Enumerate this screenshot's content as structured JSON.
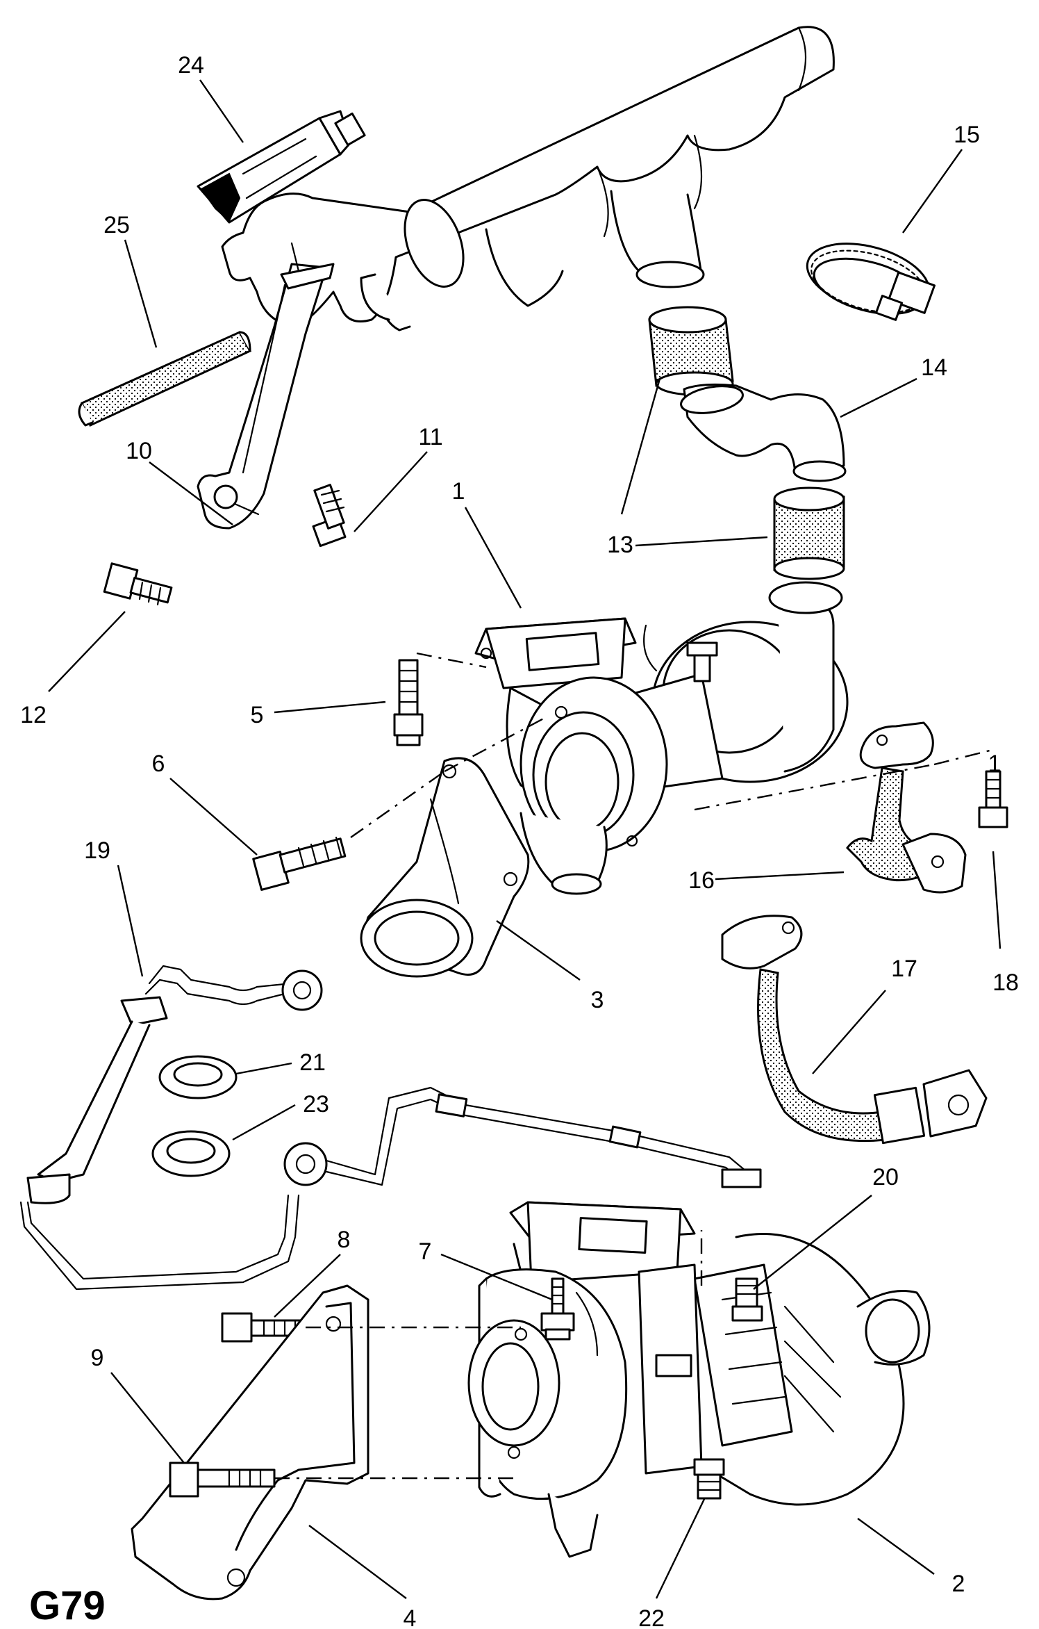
{
  "figure_code": "G79",
  "callouts": [
    {
      "id": "c24",
      "text": "24"
    },
    {
      "id": "c25",
      "text": "25"
    },
    {
      "id": "c15",
      "text": "15"
    },
    {
      "id": "c14",
      "text": "14"
    },
    {
      "id": "c11",
      "text": "11"
    },
    {
      "id": "c10",
      "text": "10"
    },
    {
      "id": "c1a",
      "text": "1"
    },
    {
      "id": "c13",
      "text": "13"
    },
    {
      "id": "c12",
      "text": "12"
    },
    {
      "id": "c5",
      "text": "5"
    },
    {
      "id": "c6",
      "text": "6"
    },
    {
      "id": "c1b",
      "text": "1"
    },
    {
      "id": "c19",
      "text": "19"
    },
    {
      "id": "c16",
      "text": "16"
    },
    {
      "id": "c3",
      "text": "3"
    },
    {
      "id": "c17",
      "text": "17"
    },
    {
      "id": "c18",
      "text": "18"
    },
    {
      "id": "c21",
      "text": "21"
    },
    {
      "id": "c23",
      "text": "23"
    },
    {
      "id": "c20",
      "text": "20"
    },
    {
      "id": "c8",
      "text": "8"
    },
    {
      "id": "c7",
      "text": "7"
    },
    {
      "id": "c9",
      "text": "9"
    },
    {
      "id": "c4",
      "text": "4"
    },
    {
      "id": "c22",
      "text": "22"
    },
    {
      "id": "c2",
      "text": "2"
    }
  ]
}
